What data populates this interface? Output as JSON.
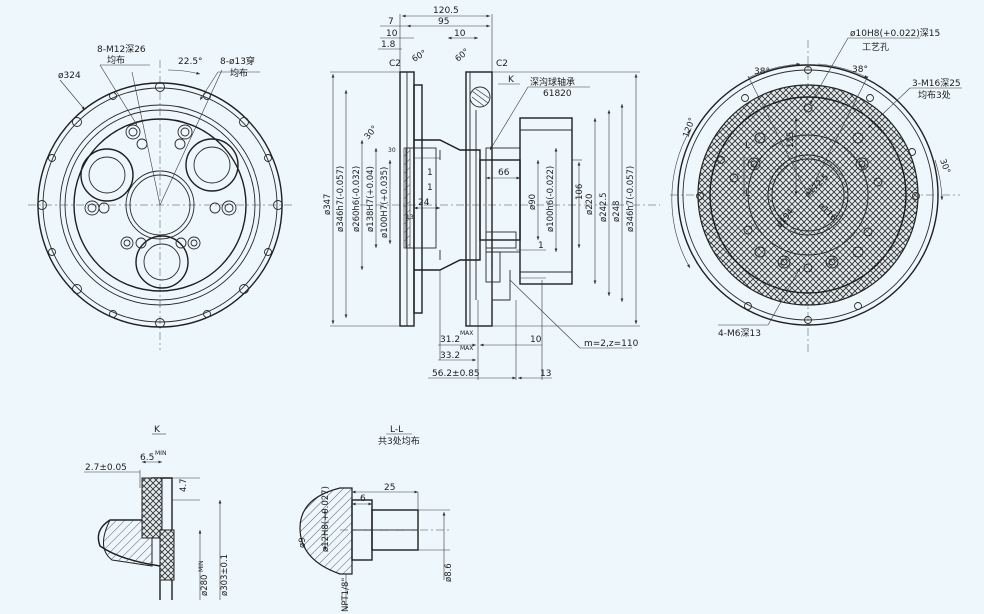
{
  "left_view": {
    "label_m12": "8-M12深26",
    "label_m12_sub": "均布",
    "label_phi324": "ø324",
    "label_22_5": "22.5°",
    "label_phi13": "8-ø13穿",
    "label_phi13_sub": "均布"
  },
  "section_view": {
    "dim_120_5": "120.5",
    "dim_95": "95",
    "dim_7": "7",
    "dim_10a": "10",
    "dim_10b": "10",
    "dim_1_8": "1.8",
    "c2_left": "C2",
    "c2_right": "C2",
    "angle_60_left": "60°",
    "angle_60_right": "60°",
    "angle_30_a": "30°",
    "angle_30_b": "30",
    "k_marker": "K",
    "bearing_label": "深沟球轴承",
    "bearing_code": "61820",
    "d_347": "ø347",
    "d_346": "ø346h7(-0.057)",
    "d_260": "ø260h6(-0.032)",
    "d_138": "ø138H7(+0.04)",
    "d_100H7": "ø100H7(+0.035)",
    "d_100h6": "ø100h6(-0.022)",
    "d_90": "ø90",
    "d_220": "ø220",
    "d_242_5": "ø242.5",
    "d_248": "ø248",
    "d_346_r": "ø346h7(-0.057)",
    "dim_66": "66",
    "dim_106": "106",
    "dim_24": "24",
    "dim_13_inner": "13",
    "dim_1a": "1",
    "dim_1b": "1",
    "dim_1c": "1",
    "dim_31_2": "31.2",
    "dim_33_2": "33.2",
    "max_a": "MAX",
    "max_b": "MAX",
    "dim_56_2": "56.2±0.85",
    "dim_10_bot": "10",
    "dim_13_bot": "13",
    "gear_label": "m=2,z=110"
  },
  "right_view": {
    "label_phi10": "ø10H8(+0.022)深15",
    "label_process": "工艺孔",
    "label_38a": "38°",
    "label_38b": "38°",
    "label_m16": "3-M16深25",
    "label_m16_sub": "均布3处",
    "label_120": "120°",
    "label_115": "115",
    "label_30": "30°",
    "label_L_top": "L",
    "label_L_bot": "L",
    "label_172_5": "ø172.5",
    "label_116": "ø116",
    "label_194": "ø194",
    "label_m6": "4-M6深13"
  },
  "detail_k": {
    "title": "K",
    "dim_2_7": "2.7±0.05",
    "dim_6_5": "6.5",
    "min_a": "MIN",
    "dim_4_7": "4.7",
    "d_280": "ø280",
    "min_b": "MIN",
    "d_303": "ø303±0.1"
  },
  "detail_l": {
    "title": "L-L",
    "subtitle": "共3处均布",
    "dim_25": "25",
    "dim_6": "6",
    "d_9": "ø9",
    "d_12H8": "ø12H8(+0.027)",
    "d_8_6": "ø8.6",
    "thread": "NPT1/8\""
  }
}
